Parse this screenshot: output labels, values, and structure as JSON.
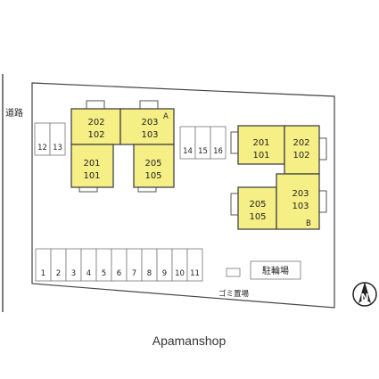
{
  "road_label": "道路",
  "building_a": {
    "label": "A",
    "units": [
      {
        "upper": "202",
        "lower": "102"
      },
      {
        "upper": "203",
        "lower": "103"
      },
      {
        "upper": "201",
        "lower": "101"
      },
      {
        "upper": "205",
        "lower": "105"
      }
    ]
  },
  "building_b": {
    "label": "B",
    "units": [
      {
        "upper": "201",
        "lower": "101"
      },
      {
        "upper": "202",
        "lower": "102"
      },
      {
        "upper": "205",
        "lower": "105"
      },
      {
        "upper": "203",
        "lower": "103"
      }
    ]
  },
  "parking_left": [
    "12",
    "13"
  ],
  "parking_mid": [
    "14",
    "15",
    "16"
  ],
  "parking_bottom": [
    "1",
    "2",
    "3",
    "4",
    "5",
    "6",
    "7",
    "8",
    "9",
    "10",
    "11"
  ],
  "bike_parking_label": "駐輪場",
  "garbage_label": "ゴミ置場",
  "north_symbol": "N",
  "watermark": "Apamanshop"
}
